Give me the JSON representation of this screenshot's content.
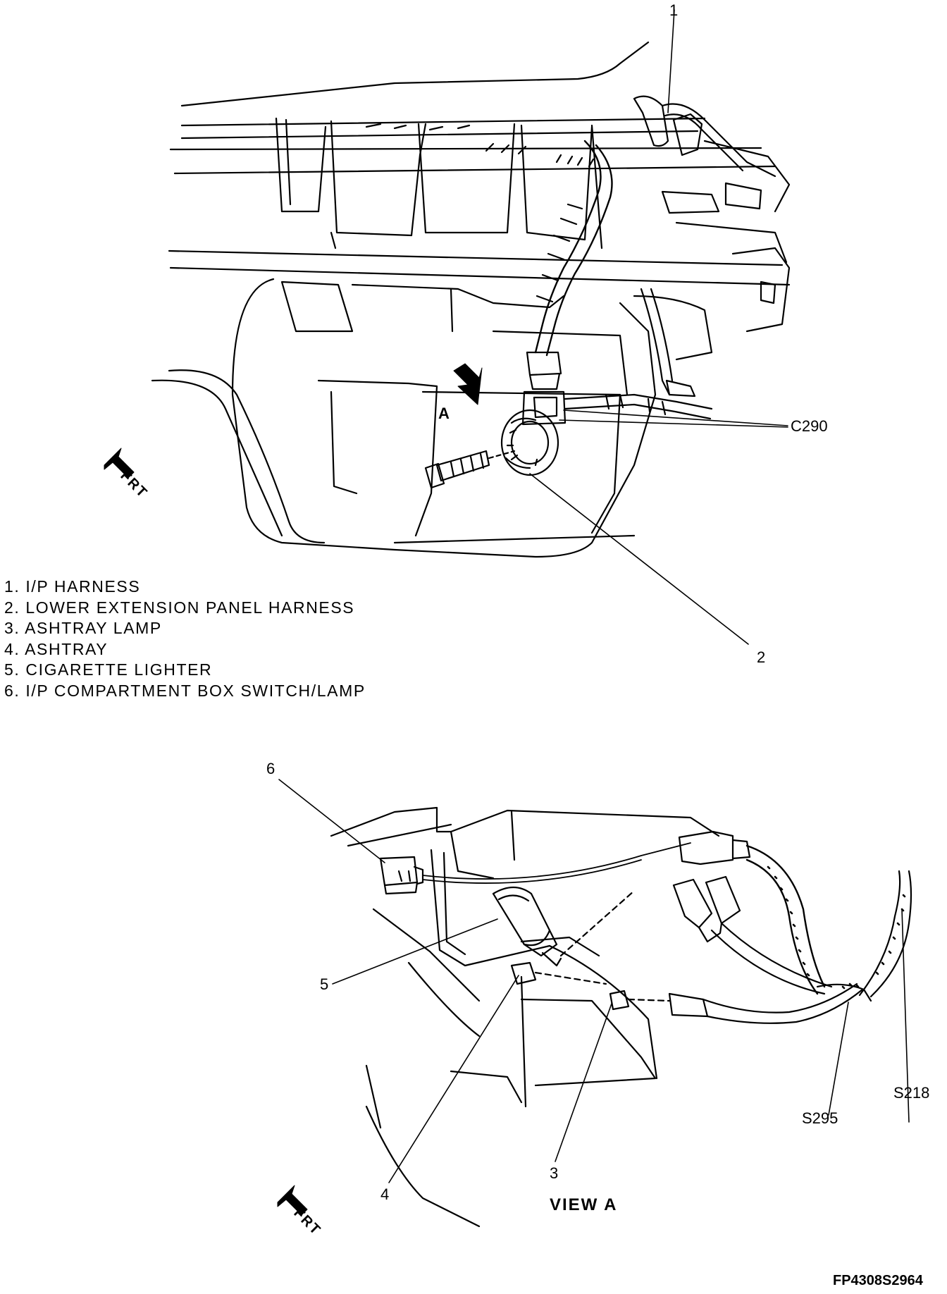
{
  "callouts": {
    "c1": "1",
    "c2": "2",
    "c3": "3",
    "c4": "4",
    "c5": "5",
    "c6": "6",
    "c290": "C290",
    "s295": "S295",
    "s218": "S218",
    "view_letter": "A"
  },
  "legend": [
    "1. I/P HARNESS",
    "2. LOWER EXTENSION PANEL HARNESS",
    "3. ASHTRAY LAMP",
    "4. ASHTRAY",
    "5. CIGARETTE LIGHTER",
    "6. I/P COMPARTMENT BOX SWITCH/LAMP"
  ],
  "frt_label": "FRT",
  "view_title": "VIEW A",
  "figure_id": "FP4308S2964"
}
